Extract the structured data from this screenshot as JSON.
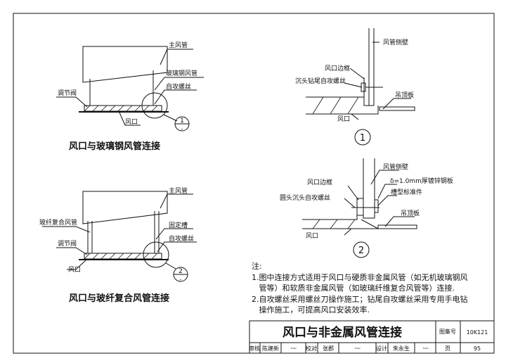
{
  "drawing_a": {
    "caption": "风口与玻璃钢风管连接",
    "labels": {
      "main_duct": "主风管",
      "frp_duct": "玻璃钢风管",
      "damper": "调节阀",
      "screw": "自攻螺丝",
      "outlet": "风口"
    },
    "detail_ref": {
      "number": "1",
      "sheet": "-"
    }
  },
  "drawing_b": {
    "caption": "风口与玻纤复合风管连接",
    "labels": {
      "main_duct": "主风管",
      "composite_duct": "玻纤复合风管",
      "fixing_slot": "固定槽",
      "damper": "调节阀",
      "screw": "自攻螺丝",
      "outlet": "风口"
    },
    "detail_ref": {
      "number": "2",
      "sheet": "-"
    }
  },
  "detail_1": {
    "number": "1",
    "labels": {
      "duct_wall": "风管侧壁",
      "outlet_frame": "风口边框",
      "screw": "沉头钻尾自攻螺丝",
      "ceiling": "吊顶板",
      "outlet": "风口"
    }
  },
  "detail_2": {
    "number": "2",
    "labels": {
      "duct_wall": "风管侧壁",
      "outlet_frame": "风口边框",
      "plate": "δ=1.0mm厚镀锌钢板",
      "channel": "槽型标准件",
      "screw": "圆头沉头自攻螺丝",
      "ceiling": "吊顶板",
      "outlet": "风口"
    }
  },
  "notes": {
    "heading": "注:",
    "items": [
      "1.图中连接方式适用于风口与硬质非金属风管（如无机玻璃钢风",
      "   管等）和软质非金属风管（如玻璃纤维复合风管等）连接.",
      "2.自攻螺丝采用螺丝刀操作施工；钻尾自攻螺丝采用专用手电钻",
      "   操作施工，可提高风口安装效率."
    ]
  },
  "title_block": {
    "title": "风口与非金属风管连接",
    "atlas_label": "图集号",
    "atlas_no": "10K121",
    "page_label": "页",
    "page_no": "95",
    "review_label": "审核",
    "reviewer": "陈建新",
    "check_label": "校对",
    "checker": "张郡",
    "design_label": "设计",
    "designer": "朱永生"
  }
}
